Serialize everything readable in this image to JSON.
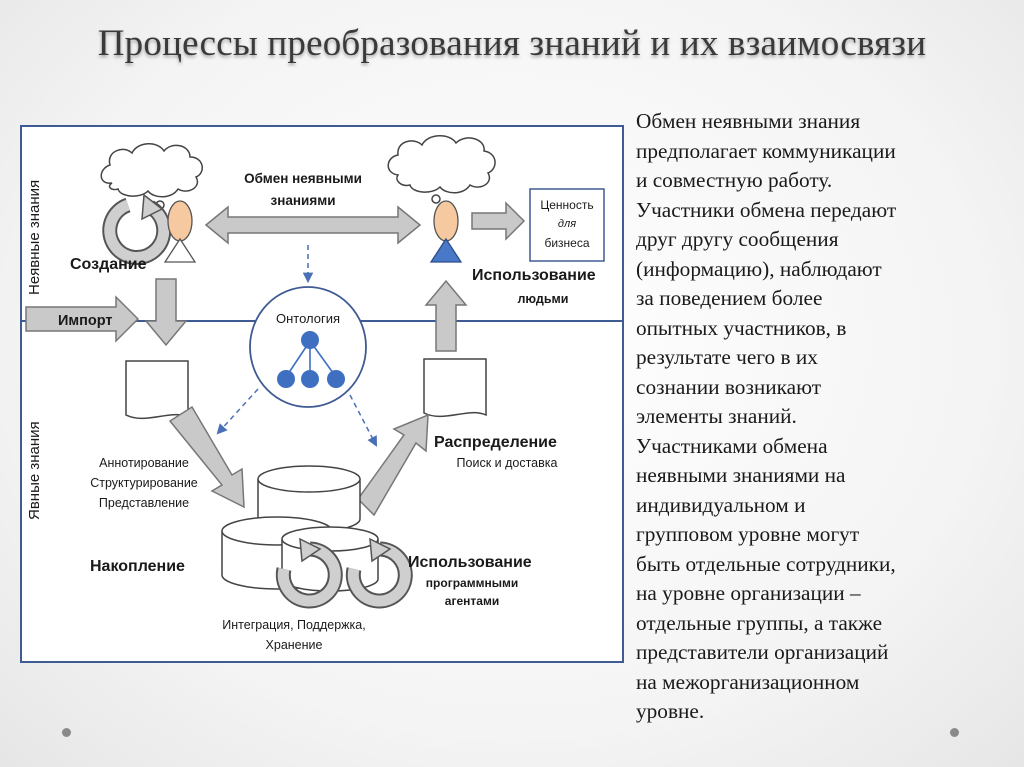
{
  "slide": {
    "title": "Процессы преобразования знаний и их взаимосвязи"
  },
  "diagram": {
    "zone_tacit": "Неявные знания",
    "zone_explicit": "Явные знания",
    "exchange_line1": "Обмен неявными",
    "exchange_line2": "знаниями",
    "value_line1": "Ценность",
    "value_line2": "для",
    "value_line3": "бизнеса",
    "creation": "Создание",
    "usage_people_line1": "Использование",
    "usage_people_line2": "людьми",
    "import": "Импорт",
    "ontology": "Онтология",
    "annotation_line1": "Аннотирование",
    "annotation_line2": "Структурирование",
    "annotation_line3": "Представление",
    "distribution": "Распределение",
    "distribution_sub": "Поиск и доставка",
    "accumulation": "Накопление",
    "usage_agents_line1": "Использование",
    "usage_agents_line2": "программными",
    "usage_agents_line3": "агентами",
    "integration_line1": "Интеграция, Поддержка,",
    "integration_line2": "Хранение"
  },
  "body": {
    "lines": [
      "Обмен неявными знания",
      "предполагает коммуникации",
      "и совместную работу.",
      "Участники обмена передают",
      "друг другу сообщения",
      "(информацию), наблюдают",
      "за поведением более",
      "опытных участников, в",
      "результате чего в их",
      "сознании возникают",
      "элементы знаний.",
      "Участниками обмена",
      "неявными знаниями на",
      "индивидуальном и",
      "групповом уровне могут",
      "быть отдельные сотрудники,",
      "на уровне организации –",
      "отдельные группы, а также",
      "представители организаций",
      "на межорганизационном",
      "уровне."
    ]
  },
  "colors": {
    "frame": "#3f5b94",
    "arrow_fill": "#c9c9c9",
    "arrow_stroke": "#777777",
    "person_head": "#f6c9a0",
    "person_body": "#4a78c8",
    "node_blue": "#3f6fc1"
  }
}
